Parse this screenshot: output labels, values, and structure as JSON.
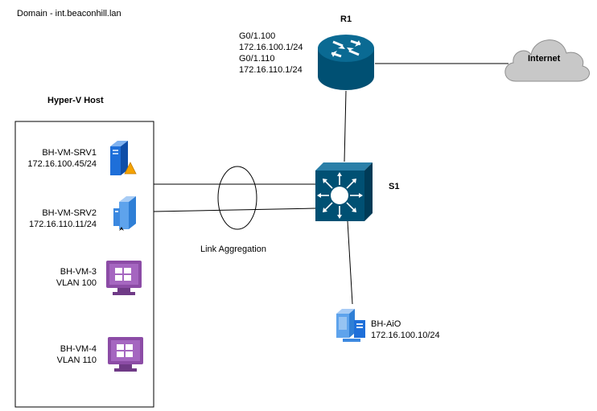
{
  "domain_label": "Domain - int.beaconhill.lan",
  "host": {
    "title": "Hyper-V Host"
  },
  "router": {
    "name": "R1",
    "interfaces": [
      "G0/1.100",
      "172.16.100.1/24",
      "G0/1.110",
      "172.16.110.1/24"
    ]
  },
  "internet": {
    "label": "Internet"
  },
  "switch": {
    "name": "S1"
  },
  "link_label": "Link Aggregation",
  "vms": [
    {
      "name": "BH-VM-SRV1",
      "detail": "172.16.100.45/24"
    },
    {
      "name": "BH-VM-SRV2",
      "detail": "172.16.110.11/24"
    },
    {
      "name": "BH-VM-3",
      "detail": "VLAN 100"
    },
    {
      "name": "BH-VM-4",
      "detail": "VLAN 110"
    }
  ],
  "aio": {
    "name": "BH-AiO",
    "detail": "172.16.100.10/24"
  },
  "colors": {
    "router": "#005073",
    "switch": "#005073",
    "cloud": "#c8c8c8",
    "vm_purple": "#8c4ca6",
    "server_blue": "#1e6fd9"
  },
  "icons": [
    "router-icon",
    "cloud-icon",
    "switch-icon",
    "server-icon",
    "windows-monitor-icon",
    "workstation-icon"
  ]
}
